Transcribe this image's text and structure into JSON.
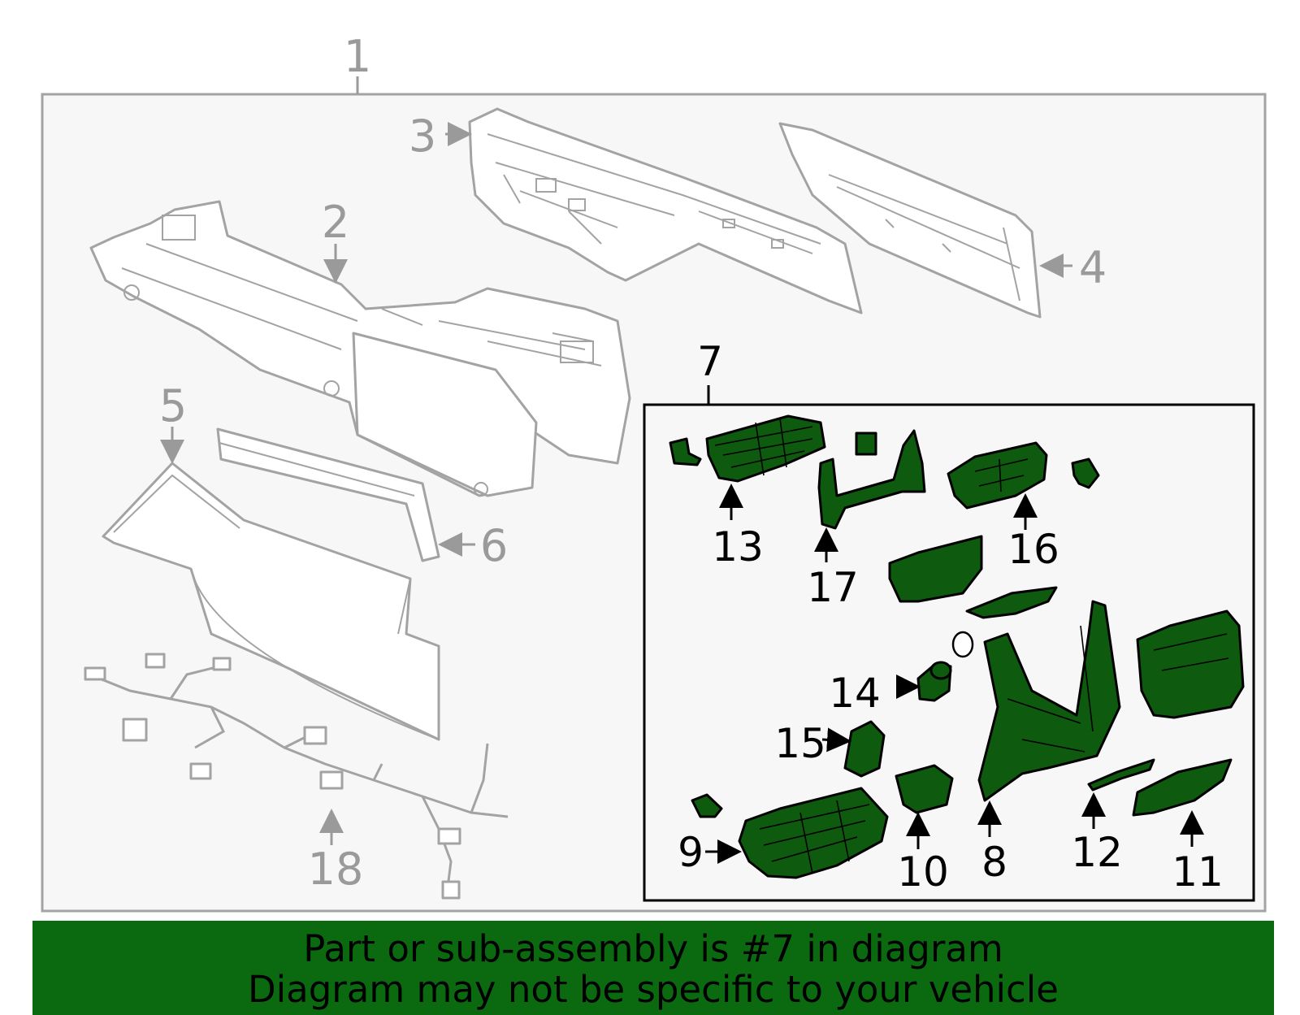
{
  "callouts": {
    "c1": "1",
    "c2": "2",
    "c3": "3",
    "c4": "4",
    "c5": "5",
    "c6": "6",
    "c7": "7",
    "c8": "8",
    "c9": "9",
    "c10": "10",
    "c11": "11",
    "c12": "12",
    "c13": "13",
    "c14": "14",
    "c15": "15",
    "c16": "16",
    "c17": "17",
    "c18": "18"
  },
  "highlighted_part": "7",
  "colors": {
    "highlight_green": "#0e5a0e",
    "banner_green": "#0b6a10",
    "outline_gray": "#a3a3a3"
  },
  "banner": {
    "line1": "Part or sub-assembly is #7 in diagram",
    "line2": "Diagram may not be specific to your vehicle"
  }
}
